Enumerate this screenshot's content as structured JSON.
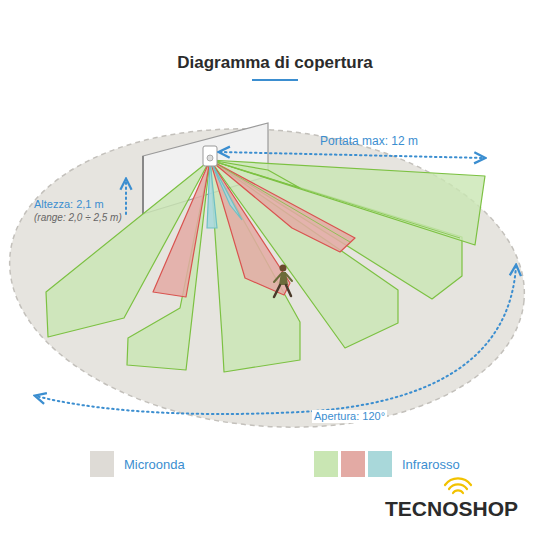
{
  "diagram": {
    "title": "Diagramma di copertura",
    "labels": [
      "Altezza: 2,1 m",
      "(range: 2,0 ÷ 2,5 m)",
      "Portata max: 12 m",
      "Apertura: 120°",
      "TECNOSHOP"
    ],
    "legend": [
      {
        "text": "Microonda",
        "color": "#dedbd6"
      },
      {
        "text": "Infrarosso",
        "color": "#c9e6b3"
      }
    ]
  }
}
